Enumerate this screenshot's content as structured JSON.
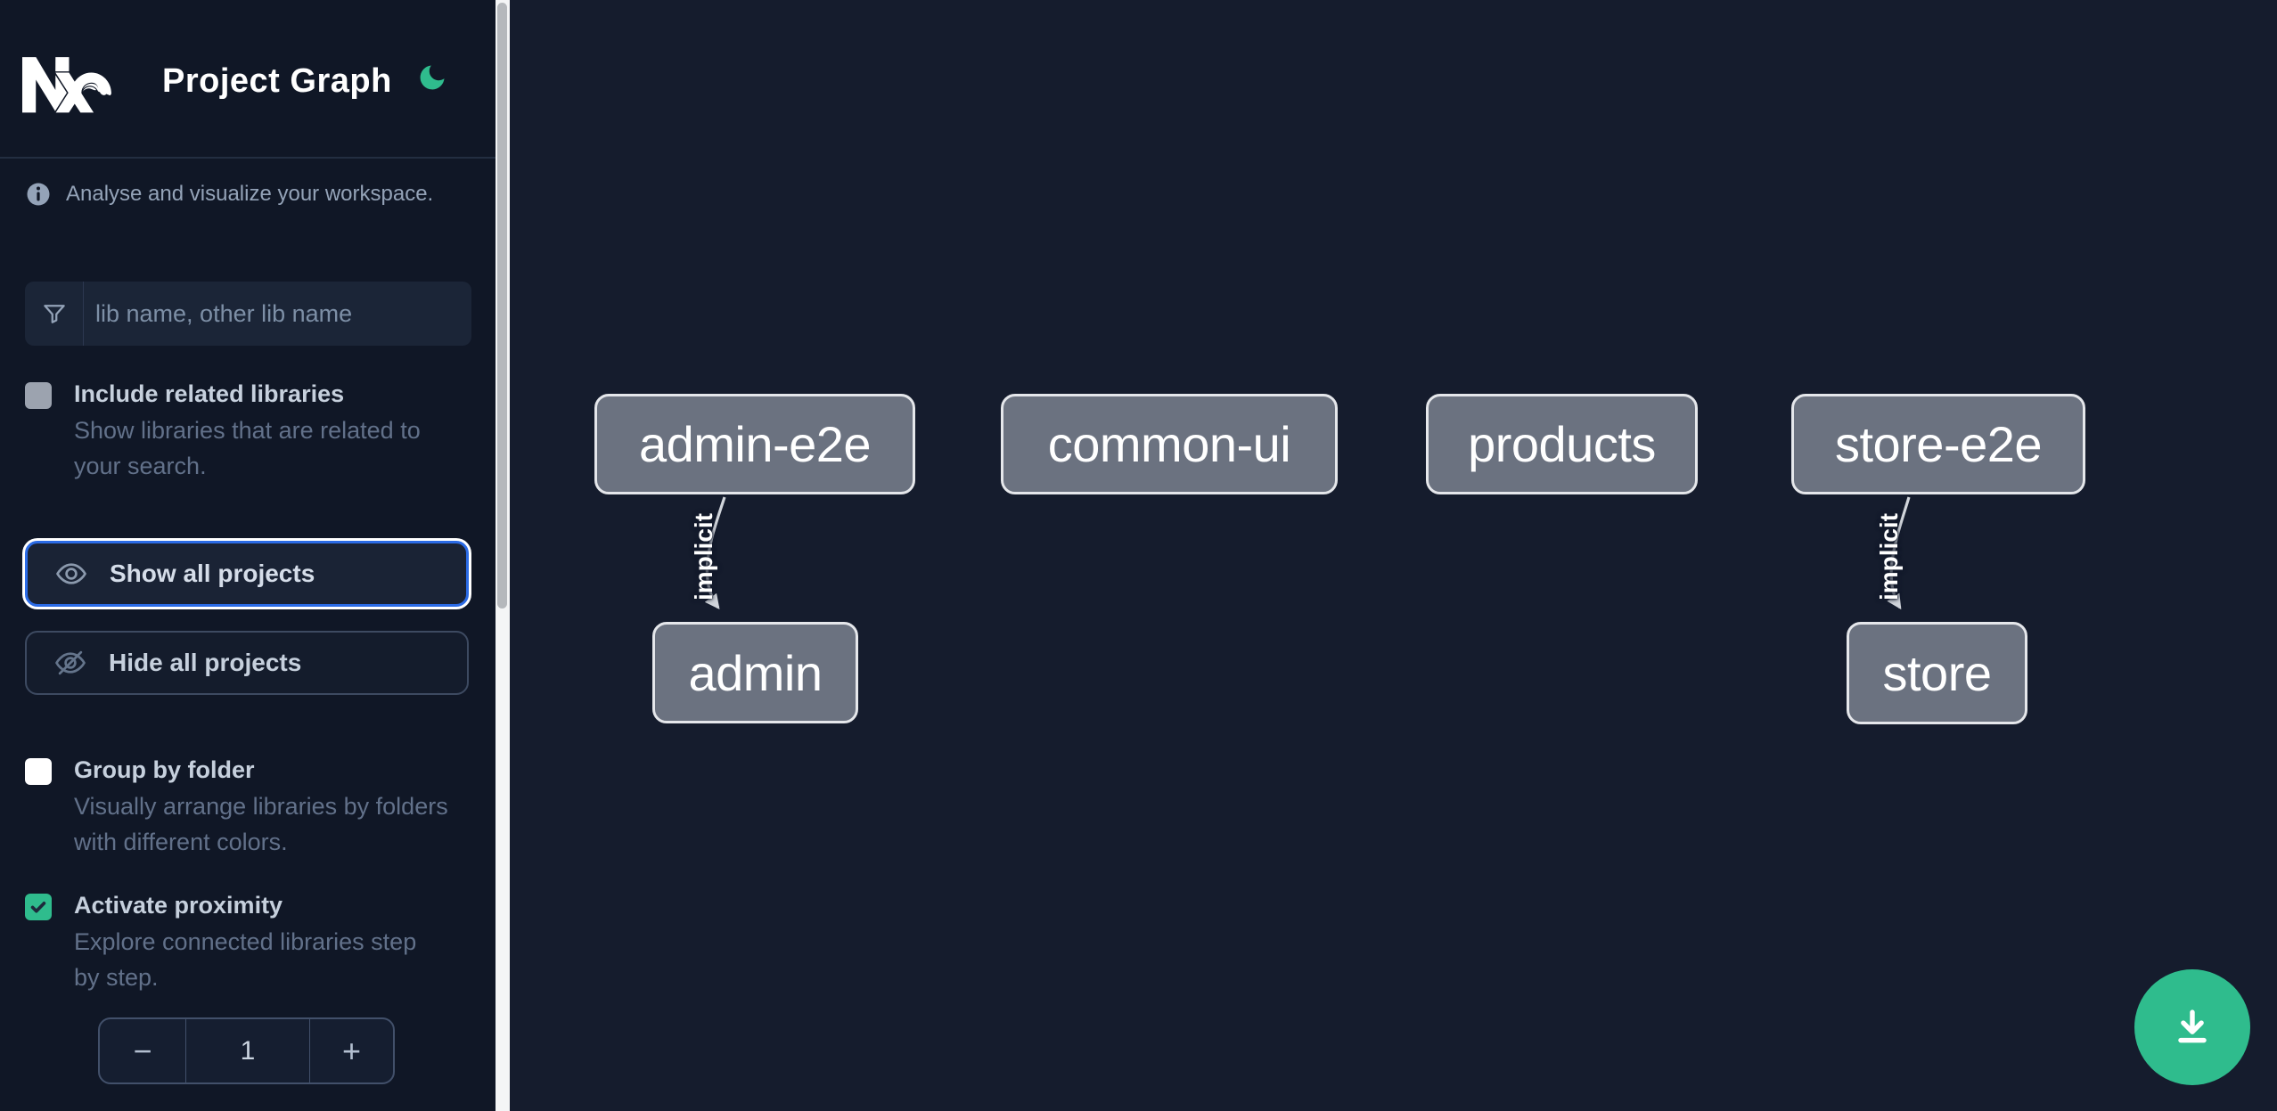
{
  "header": {
    "title": "Project Graph",
    "logo_icon": "nx-logo",
    "theme_icon": "moon-icon"
  },
  "sidebar": {
    "tagline": "Analyse and visualize your workspace.",
    "search": {
      "icon": "filter-icon",
      "placeholder": "lib name, other lib name",
      "value": ""
    },
    "actions": [
      {
        "label": "Show all projects",
        "icon": "eye-icon",
        "focused": true
      },
      {
        "label": "Hide all projects",
        "icon": "eye-slash-icon",
        "focused": false
      }
    ],
    "toggles": [
      {
        "label": "Include related libraries",
        "description": "Show libraries that are related to your search.",
        "checked": false
      },
      {
        "label": "Group by folder",
        "description": "Visually arrange libraries by folders with different colors.",
        "checked": false
      },
      {
        "label": "Activate proximity",
        "description": "Explore connected libraries step by step.",
        "checked": true
      }
    ],
    "stepper": {
      "decrement": "−",
      "value": "1",
      "increment": "+"
    }
  },
  "graph": {
    "nodes": [
      {
        "id": "admin-e2e",
        "label": "admin-e2e"
      },
      {
        "id": "common-ui",
        "label": "common-ui"
      },
      {
        "id": "products",
        "label": "products"
      },
      {
        "id": "store-e2e",
        "label": "store-e2e"
      },
      {
        "id": "admin",
        "label": "admin"
      },
      {
        "id": "store",
        "label": "store"
      }
    ],
    "edges": [
      {
        "source": "admin-e2e",
        "target": "admin",
        "label": "implicit"
      },
      {
        "source": "store-e2e",
        "target": "store",
        "label": "implicit"
      }
    ]
  },
  "fab": {
    "icon": "download-icon"
  },
  "colors": {
    "accent_green": "#2fbc8d",
    "focus_ring_blue": "#2b6be6",
    "node_fill": "#6b7280",
    "node_border": "#e5e7eb",
    "edge_line": "#d1d5db",
    "canvas_background": "#151c2d",
    "sidebar_background": "#101726"
  }
}
